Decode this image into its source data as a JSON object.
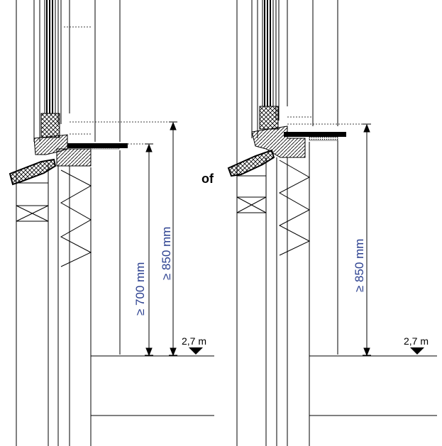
{
  "connector": "of",
  "left_detail": {
    "dim_lower": "≥ 700 mm",
    "dim_upper": "≥ 850 mm",
    "level": "2,7 m"
  },
  "right_detail": {
    "dim": "≥ 850 mm",
    "level": "2,7 m"
  },
  "colors": {
    "dimension_text": "#2a3f8f",
    "lines": "#000000"
  }
}
